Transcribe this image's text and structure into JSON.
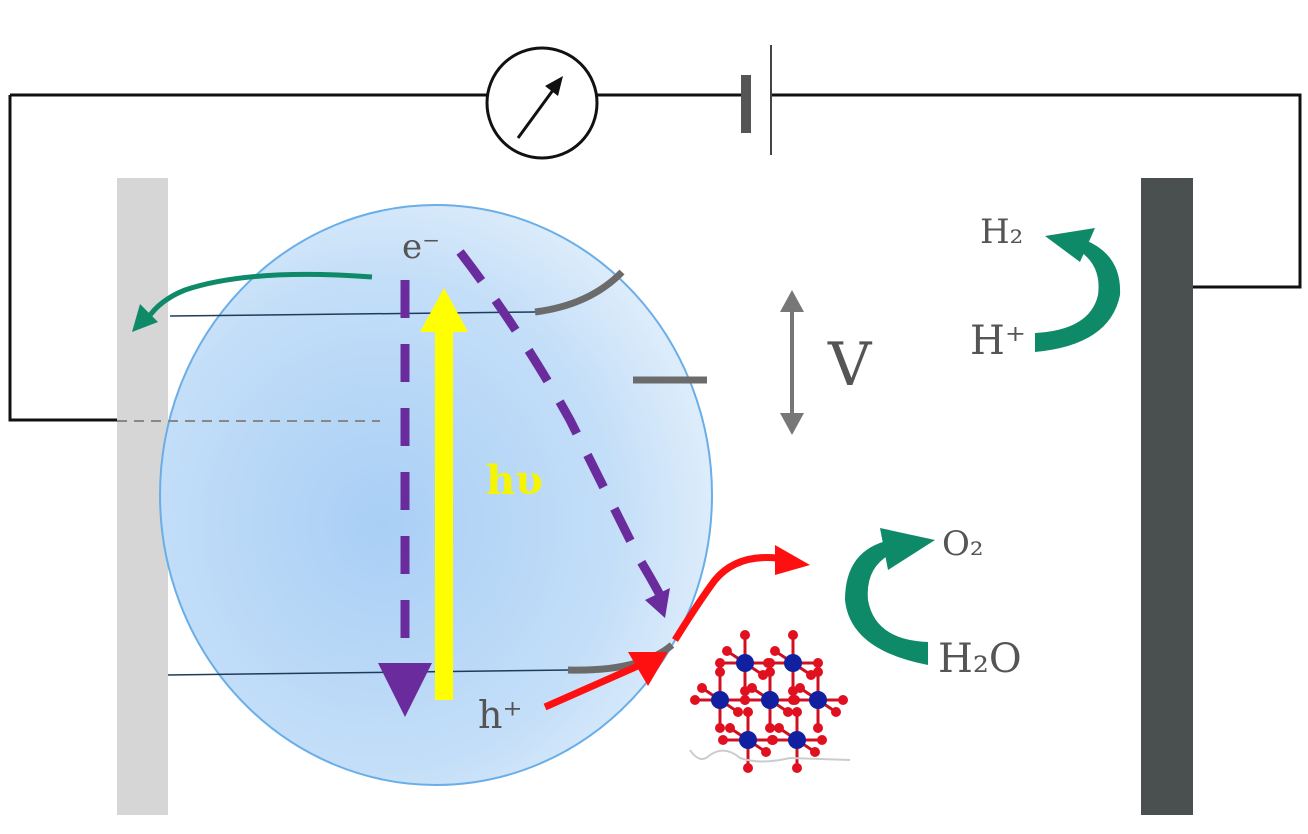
{
  "labels": {
    "electron": "e⁻",
    "photon": "hυ",
    "hole": "h⁺",
    "voltage": "V",
    "hydrogen": "H₂",
    "proton": "H⁺",
    "oxygen": "O₂",
    "water": "H₂O"
  },
  "colors": {
    "photon_arrow": "#ffff00",
    "electron_path": "#6a2c9c",
    "hole_path": "#ff1010",
    "reaction_arrow": "#0f8a68",
    "cathode": "#4a4f4f",
    "anode": "#d6d6d6",
    "particle": "#b7d8f8"
  }
}
